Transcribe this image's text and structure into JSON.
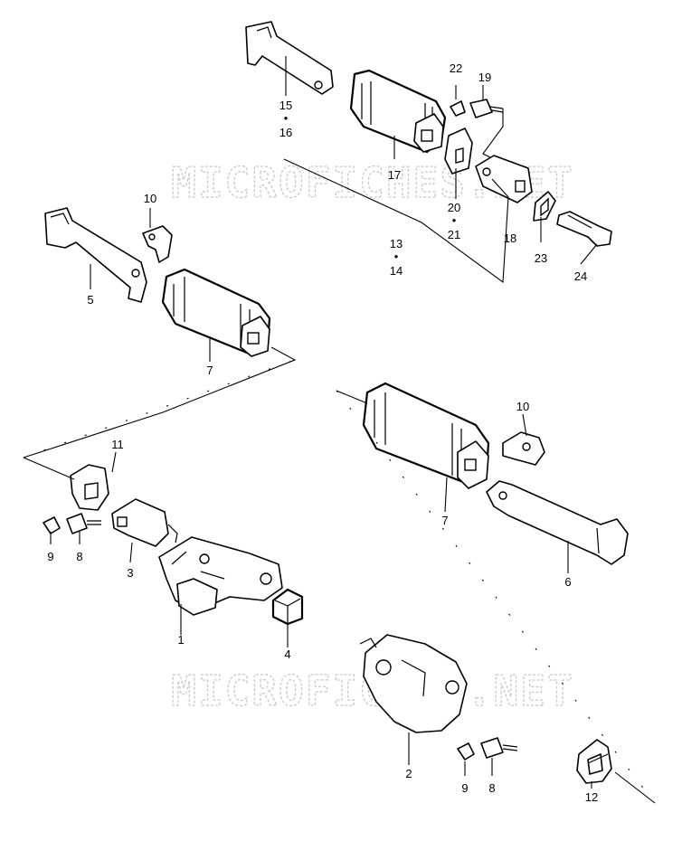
{
  "watermark": {
    "text": "MICROFICHES.NET",
    "color": "#c8c8c8"
  },
  "callouts": {
    "c1": "1",
    "c2": "2",
    "c3": "3",
    "c4": "4",
    "c5": "5",
    "c6": "6",
    "c7a": "7",
    "c7b": "7",
    "c8a": "8",
    "c8b": "8",
    "c9a": "9",
    "c9b": "9",
    "c10a": "10",
    "c10b": "10",
    "c11": "11",
    "c12": "12",
    "c13": "13",
    "c14": "14",
    "c15": "15",
    "c16": "16",
    "c17": "17",
    "c18": "18",
    "c19": "19",
    "c20": "20",
    "c21": "21",
    "c22": "22",
    "c23": "23",
    "c24": "24"
  },
  "separators": {
    "s15_16": "•",
    "s20_21": "•",
    "s13_14": "•"
  },
  "colors": {
    "line": "#000000",
    "background": "#ffffff"
  }
}
